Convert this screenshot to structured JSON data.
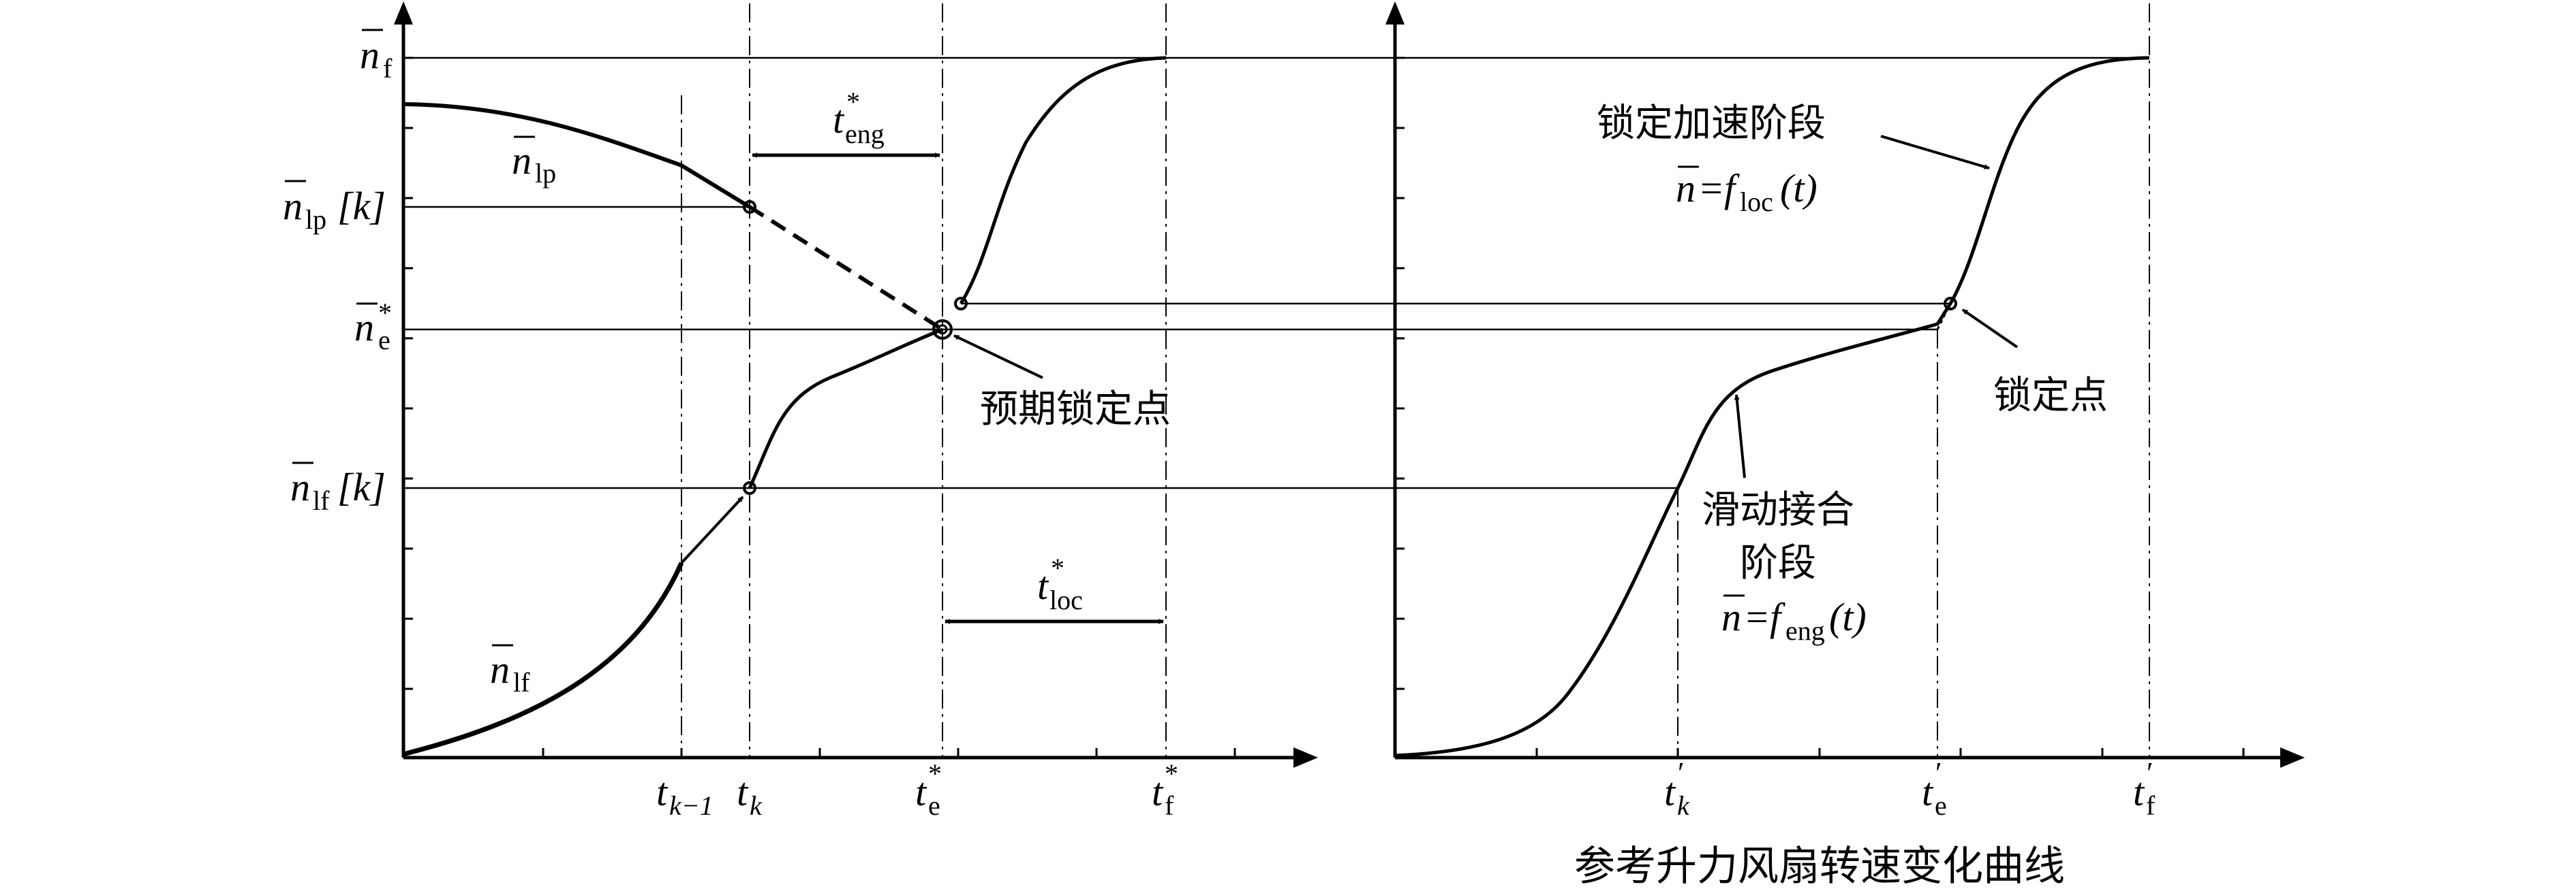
{
  "figure": {
    "caption": "参考升力风扇转速变化曲线"
  },
  "left_panel": {
    "y_labels": {
      "nf": {
        "sym": "n",
        "sub": "f"
      },
      "nlp_k": {
        "sym": "n",
        "sub": "lp",
        "idx": "[k]"
      },
      "ne_star": {
        "sym": "n",
        "sub": "e",
        "sup": "*"
      },
      "nlf_k": {
        "sym": "n",
        "sub": "lf",
        "idx": "[k]"
      }
    },
    "curve_labels": {
      "nlp": {
        "sym": "n",
        "sub": "lp"
      },
      "nlf": {
        "sym": "n",
        "sub": "lf"
      }
    },
    "x_labels": {
      "tk1": {
        "sym": "t",
        "sub": "k−1"
      },
      "tk": {
        "sym": "t",
        "sub": "k"
      },
      "te": {
        "sym": "t",
        "sub": "e",
        "sup": "*"
      },
      "tf": {
        "sym": "t",
        "sub": "f",
        "sup": "*"
      }
    },
    "intervals": {
      "teng": {
        "sym": "t",
        "sub": "eng",
        "sup": "*"
      },
      "tloc": {
        "sym": "t",
        "sub": "loc",
        "sup": "*"
      }
    },
    "annotations": {
      "expected_lock_point": "预期锁定点"
    }
  },
  "right_panel": {
    "x_labels": {
      "tk": {
        "sym": "t",
        "sub": "k",
        "sup": "′"
      },
      "te": {
        "sym": "t",
        "sub": "e",
        "sup": "′"
      },
      "tf": {
        "sym": "t",
        "sub": "f",
        "sup": "′"
      }
    },
    "annotations": {
      "lock_accel_stage": "锁定加速阶段",
      "lock_accel_eq_lhs": "n",
      "lock_accel_eq_eq": "=",
      "lock_accel_eq_f": "f",
      "lock_accel_eq_sub": "loc",
      "lock_accel_eq_arg": "(t)",
      "lock_point": "锁定点",
      "slip_stage_1": "滑动接合",
      "slip_stage_2": "阶段",
      "slip_eq_lhs": "n",
      "slip_eq_eq": "=",
      "slip_eq_f": "f",
      "slip_eq_sub": "eng",
      "slip_eq_arg": "(t)"
    }
  }
}
